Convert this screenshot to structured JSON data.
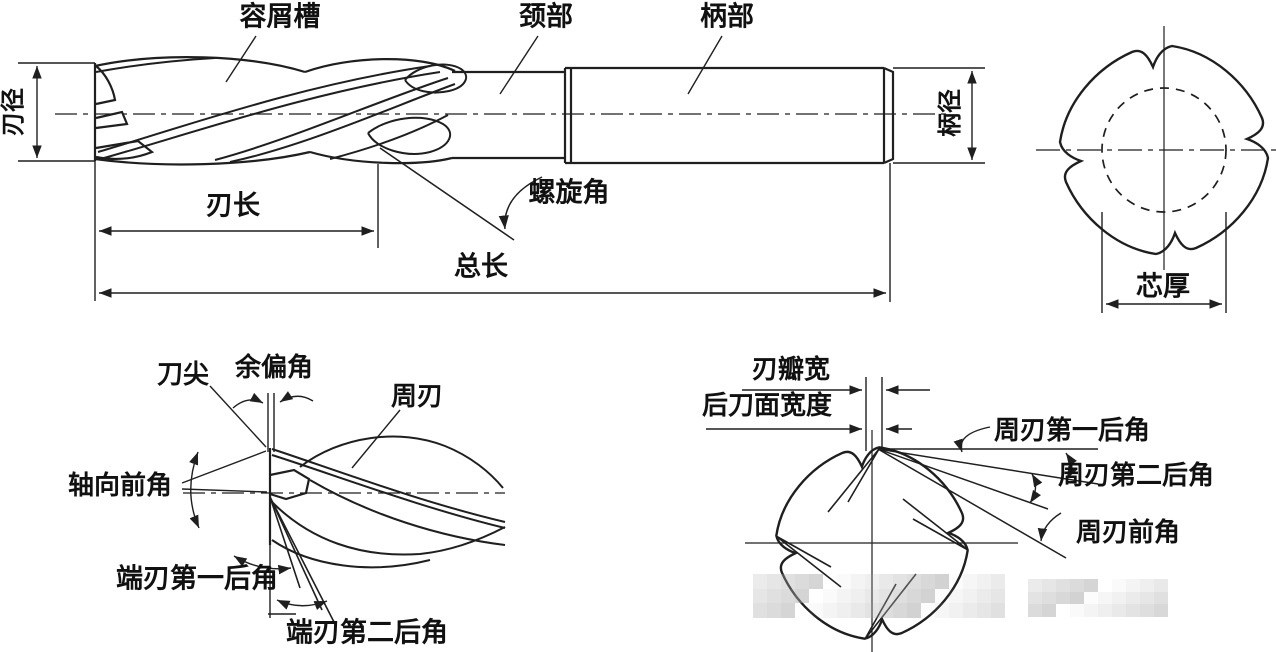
{
  "labels": {
    "side": {
      "flute": "容屑槽",
      "neck": "颈部",
      "shank": "柄部",
      "blade_diameter": "刃径",
      "shank_diameter": "柄径",
      "blade_length": "刃长",
      "helix_angle": "螺旋角",
      "overall_length": "总长"
    },
    "end": {
      "core_thickness": "芯厚"
    },
    "tip": {
      "tool_tip": "刀尖",
      "minor_deflection_angle": "余偏角",
      "peripheral_edge": "周刃",
      "axial_rake_angle": "轴向前角",
      "end_edge_first_relief": "端刃第一后角",
      "end_edge_second_relief": "端刃第二后角"
    },
    "relief": {
      "land_width": "刃瓣宽",
      "flank_face_width": "后刀面宽度",
      "peripheral_first_relief": "周刃第一后角",
      "peripheral_second_relief": "周刃第二后角",
      "peripheral_rake": "周刃前角"
    }
  },
  "colors": {
    "line": "#1f1f1f",
    "background": "#ffffff",
    "watermark": "#a9a9a9"
  }
}
